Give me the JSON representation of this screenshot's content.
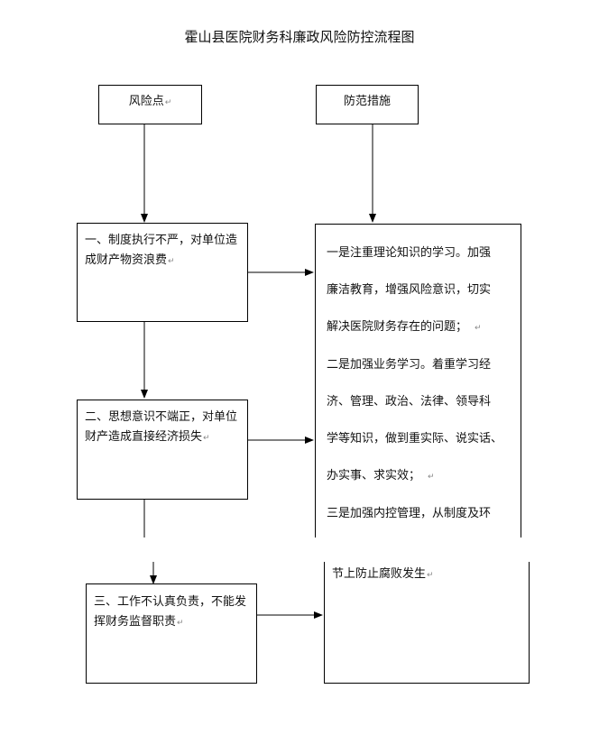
{
  "title": "霍山县医院财务科廉政风险防控流程图",
  "headers": {
    "risk": "风险点",
    "measures": "防范措施"
  },
  "risks": [
    "一、制度执行不严，对单位造成财产物资浪费",
    "二、思想意识不端正，对单位财产造成直接经济损失",
    "三、工作不认真负责，不能发挥财务监督职责"
  ],
  "measures_lines": [
    "一是注重理论知识的学习。加强",
    "廉洁教育，增强风险意识，切实",
    "解决医院财务存在的问题；",
    "二是加强业务学习。着重学习经",
    "济、管理、政治、法律、领导科",
    "学等知识，做到重实际、说实话、",
    "办实事、求实效；",
    "三是加强内控管理，从制度及环"
  ],
  "measures_continuation": "节上防止腐败发生",
  "paragraph_mark": "↵"
}
